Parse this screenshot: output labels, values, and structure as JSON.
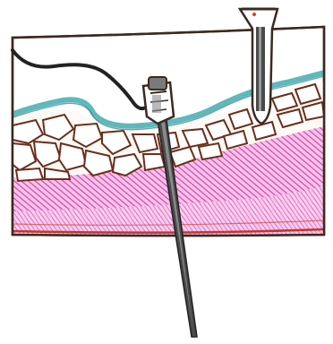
{
  "diagram": {
    "colors": {
      "background": "#ffffff",
      "outline": "#3a2a20",
      "cable": "#222222",
      "moisture_band": "#5fb8bc",
      "stone_fill": "#ffffff",
      "stone_edge": "#6b2e1c",
      "clay_hatch": "#d63aa8",
      "clay_fill": "#f4c4ea",
      "bottom_line": "#c0392b",
      "probe_metal": "#4a4a4a",
      "probe_light": "#9a9a9a",
      "probe_cap": "#7a7a7a",
      "tube_red_mark": "#e53935"
    },
    "parts": [
      "pavement-block",
      "cable",
      "moisture-band",
      "gravel-layer",
      "clay-layer",
      "probe-spike",
      "probe-head",
      "measuring-tube"
    ]
  }
}
